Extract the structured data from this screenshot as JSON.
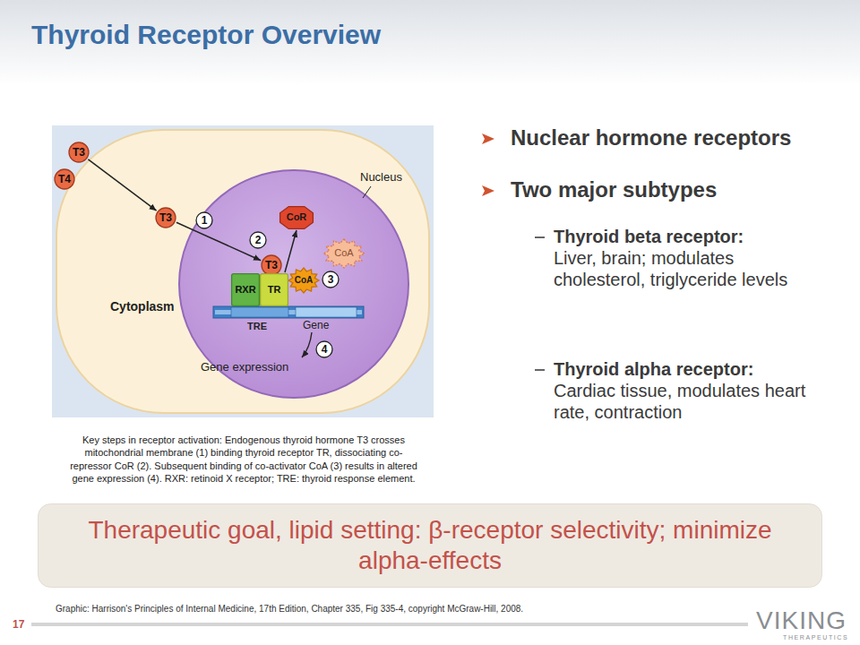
{
  "diagram": {
    "title": "Thyroid Receptor Overview",
    "caption": "Key steps in receptor activation: Endogenous thyroid hormone T3 crosses mitochondrial membrane (1) binding thyroid receptor TR, dissociating co-repressor CoR (2). Subsequent binding of co-activator CoA (3) results in altered gene expression (4). RXR: retinoid X receptor; TRE: thyroid response element.",
    "nodes": [
      {
        "text": [
          "T3"
        ]
      },
      {
        "text": [
          "T4"
        ]
      },
      {
        "text": [
          "Cytoplasm"
        ]
      },
      {
        "text": [
          "T3"
        ],
        "in": 2
      },
      {
        "text": [
          "Nucleus"
        ],
        "in": 2
      },
      {
        "text": [
          "1"
        ],
        "in": 4
      },
      {
        "text": [
          "2"
        ],
        "in": 4
      },
      {
        "text": [
          "CoR"
        ],
        "in": 4
      },
      {
        "text": [
          "CoA"
        ],
        "in": 4
      },
      {
        "text": [
          "T3"
        ],
        "in": 4
      },
      {
        "text": [
          "CoA"
        ],
        "in": 4
      },
      {
        "text": [
          "3"
        ],
        "in": 4
      },
      {
        "text": [
          "RXR"
        ],
        "in": 4
      },
      {
        "text": [
          "TR"
        ],
        "in": 4
      },
      {
        "text": [
          "4"
        ],
        "in": 4
      },
      {
        "text": [
          "Therapeutic goal, lipid setting: β-receptor selectivity; minimize alpha-effects"
        ]
      }
    ],
    "edges": [
      {
        "from": 0,
        "to": 3,
        "arrow": "to"
      },
      {
        "from": 3,
        "to": 9,
        "arrow": "to"
      },
      {
        "from": 13,
        "to": 7,
        "arrow": "to"
      }
    ],
    "labels": [
      "TRE",
      "Gene",
      "Gene expression",
      "Nuclear hormone receptors",
      "Two major subtypes",
      "Thyroid beta receptor:",
      "Liver, brain; modulates cholesterol, triglyceride levels",
      "Thyroid alpha receptor:",
      "Cardiac tissue, modulates heart rate, contraction",
      "Graphic: Harrison's Principles of Internal Medicine, 17th Edition, Chapter 335, Fig 335-4, copyright McGraw-Hill, 2008.",
      "17",
      "VIKING",
      "THERAPEUTICS"
    ]
  }
}
